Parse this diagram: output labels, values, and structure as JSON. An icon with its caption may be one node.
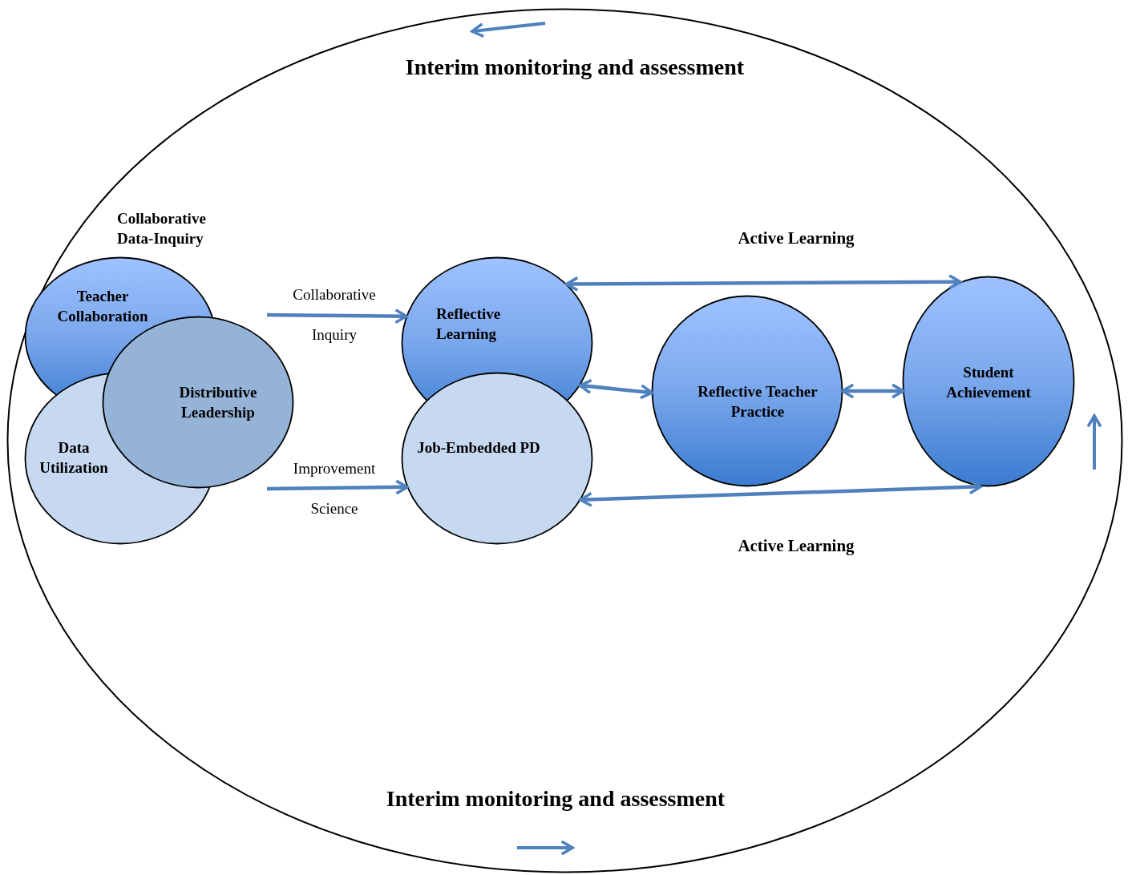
{
  "diagram": {
    "nodes": [
      {
        "text": [
          "Interim monitoring and assessment",
          "Interim monitoring and assessment"
        ]
      },
      {
        "text": [
          "Teacher Collaboration"
        ],
        "in": 0
      },
      {
        "text": [
          "Data Utilization"
        ],
        "in": 0
      },
      {
        "text": [
          "Distributive Leadership"
        ],
        "in": 0
      },
      {
        "text": [
          "Reflective Learning"
        ],
        "in": 0
      },
      {
        "text": [
          "Job-Embedded PD"
        ],
        "in": 0
      },
      {
        "text": [
          "Reflective Teacher Practice"
        ],
        "in": 0
      },
      {
        "text": [
          "Student Achievement"
        ],
        "in": 0
      }
    ],
    "edges": [
      {
        "from": null,
        "to": 4,
        "arrow": "to",
        "label": "Collaborative Inquiry"
      },
      {
        "from": null,
        "to": 5,
        "arrow": "to",
        "label": "Improvement Science"
      },
      {
        "from": 4,
        "to": 7,
        "arrow": "both",
        "label": "Active Learning"
      },
      {
        "from": 4,
        "to": 6,
        "arrow": "both"
      },
      {
        "from": 6,
        "to": 7,
        "arrow": "both"
      },
      {
        "from": 5,
        "to": 7,
        "arrow": "both",
        "label": "Active Learning"
      }
    ],
    "labels": [
      "Collaborative Data-Inquiry"
    ]
  }
}
